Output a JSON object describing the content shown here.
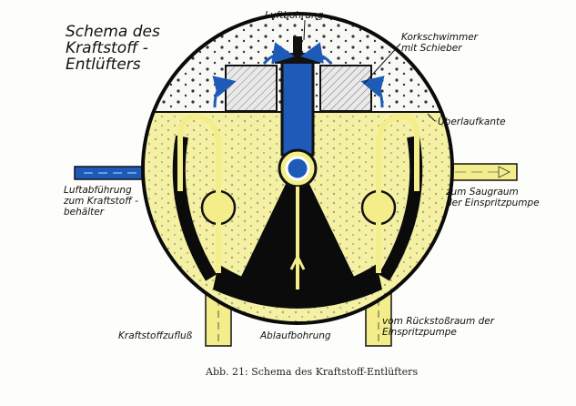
{
  "title": {
    "line1": "Schema des",
    "line2": "Kraftstoff -",
    "line3": "Entlüfters"
  },
  "labels": {
    "luftbohrung": "Luftbohrung",
    "korkschwimmer_1": "Korkschwimmer",
    "korkschwimmer_2": "mit Schieber",
    "ueberlaufkante": "Überlaufkante",
    "luftabfuehrung_1": "Luftabführung",
    "luftabfuehrung_2": "zum Kraftstoff -",
    "luftabfuehrung_3": "behälter",
    "saugraum_1": "zum Saugraum",
    "saugraum_2": "der Einspritzpumpe",
    "kraftstoffzufluss": "Kraftstoffzufluß",
    "ablaufbohrung": "Ablaufbohrung",
    "rueckstoss_1": "vom Rückstoßraum der",
    "rueckstoss_2": "Einspritzpumpe"
  },
  "caption": "Abb. 21: Schema des Kraftstoff-Entlüfters",
  "colors": {
    "fuel": "#f3ee8a",
    "air_blue": "#1e5ab8",
    "body": "#0b0b0b",
    "outline": "#111111"
  }
}
